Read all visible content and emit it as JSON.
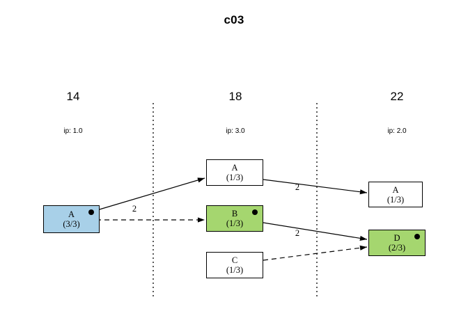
{
  "title": "c03",
  "columns": [
    {
      "name": "14",
      "ip": "ip: 1.0"
    },
    {
      "name": "18",
      "ip": "ip: 3.0"
    },
    {
      "name": "22",
      "ip": "ip: 2.0"
    }
  ],
  "nodes": [
    {
      "id": "n0",
      "label": "A",
      "count": "(3/3)",
      "color": "#a8d0e8",
      "marker": true,
      "column": 0
    },
    {
      "id": "n1",
      "label": "A",
      "count": "(1/3)",
      "color": "#ffffff",
      "marker": false,
      "column": 1
    },
    {
      "id": "n2",
      "label": "B",
      "count": "(1/3)",
      "color": "#a5d66f",
      "marker": true,
      "column": 1
    },
    {
      "id": "n3",
      "label": "C",
      "count": "(1/3)",
      "color": "#ffffff",
      "marker": false,
      "column": 1
    },
    {
      "id": "n4",
      "label": "A",
      "count": "(1/3)",
      "color": "#ffffff",
      "marker": false,
      "column": 2
    },
    {
      "id": "n5",
      "label": "D",
      "count": "(2/3)",
      "color": "#a5d66f",
      "marker": true,
      "column": 2
    }
  ],
  "edges": [
    {
      "from": "n0",
      "to": "n1",
      "label": "2",
      "style": "solid"
    },
    {
      "from": "n0",
      "to": "n2",
      "label": "",
      "style": "dashed"
    },
    {
      "from": "n1",
      "to": "n4",
      "label": "2",
      "style": "solid"
    },
    {
      "from": "n2",
      "to": "n5",
      "label": "2",
      "style": "solid"
    },
    {
      "from": "n3",
      "to": "n5",
      "label": "",
      "style": "dashed"
    }
  ],
  "edge_labels": [
    {
      "text": "2"
    },
    {
      "text": "2"
    },
    {
      "text": "2"
    }
  ],
  "colors": {
    "blue_node": "#a8d0e8",
    "green_node": "#a5d66f",
    "white_node": "#ffffff",
    "stroke": "#000000",
    "background": "#ffffff"
  }
}
